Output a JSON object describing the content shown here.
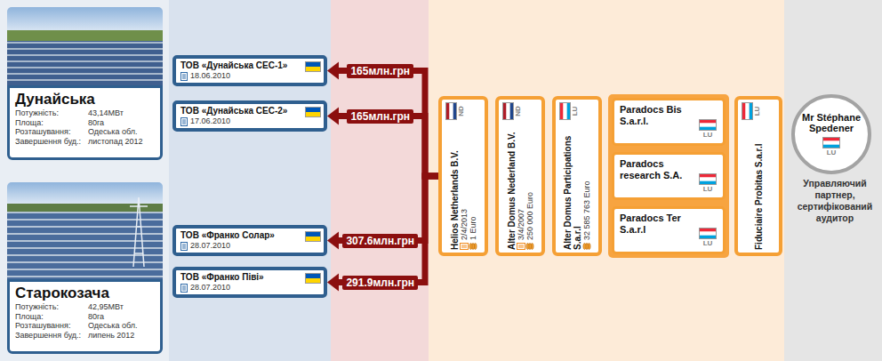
{
  "diagram": {
    "nodes": [
      {
        "text": [
          "Дунайська",
          "Потужність:",
          "43,14МВт",
          "Площа:",
          "80га",
          "Розташування:",
          "Одеська обл.",
          "Завершення буд.:",
          "листопад 2012"
        ]
      },
      {
        "text": [
          "ТОВ «Дунайська СЕС-1»",
          "18.06.2010"
        ]
      },
      {
        "text": [
          "ТОВ «Дунайська СЕС-2»",
          "17.06.2010"
        ]
      },
      {
        "text": [
          "Старокозача",
          "Потужність:",
          "42,95МВт",
          "Площа:",
          "80га",
          "Розташування:",
          "Одеська обл.",
          "Завершення буд.:",
          "липень 2012"
        ]
      },
      {
        "text": [
          "ТОВ «Франко Солар»",
          "28.07.2010"
        ]
      },
      {
        "text": [
          "ТОВ «Франко Піві»",
          "28.07.2010"
        ]
      },
      {
        "text": [
          "Helios Netherlands B.V.",
          "2/4/2013",
          "1 Euro",
          "ND"
        ]
      },
      {
        "text": [
          "Alter Domus Nederland B.V.",
          "3/4/2007",
          "250 000 Euro",
          "ND"
        ]
      },
      {
        "text": [
          "Alter Domus Participations S.a.r.l",
          "32 585 763 Euro",
          "LU"
        ]
      },
      {
        "text": [
          "Paradocs Bis S.a.r.l.",
          "LU"
        ]
      },
      {
        "text": [
          "Paradocs research S.A.",
          "LU"
        ]
      },
      {
        "text": [
          "Paradocs Ter S.a.r.l",
          "LU"
        ]
      },
      {
        "text": [
          "Fiduciaire Probitas S.a.r.l",
          "LU"
        ]
      },
      {
        "text": [
          "Mr Stéphane Spedener",
          "LU",
          "Управляючий партнер, сертифікований аудитор"
        ]
      }
    ],
    "edges": [
      {
        "from": 6,
        "to": 1,
        "arrow": "to",
        "label": "165млн.грн"
      },
      {
        "from": 6,
        "to": 2,
        "arrow": "to",
        "label": "165млн.грн"
      },
      {
        "from": 6,
        "to": 4,
        "arrow": "to",
        "label": "307.6млн.грн"
      },
      {
        "from": 6,
        "to": 5,
        "arrow": "to",
        "label": "291.9млн.грн"
      }
    ]
  }
}
